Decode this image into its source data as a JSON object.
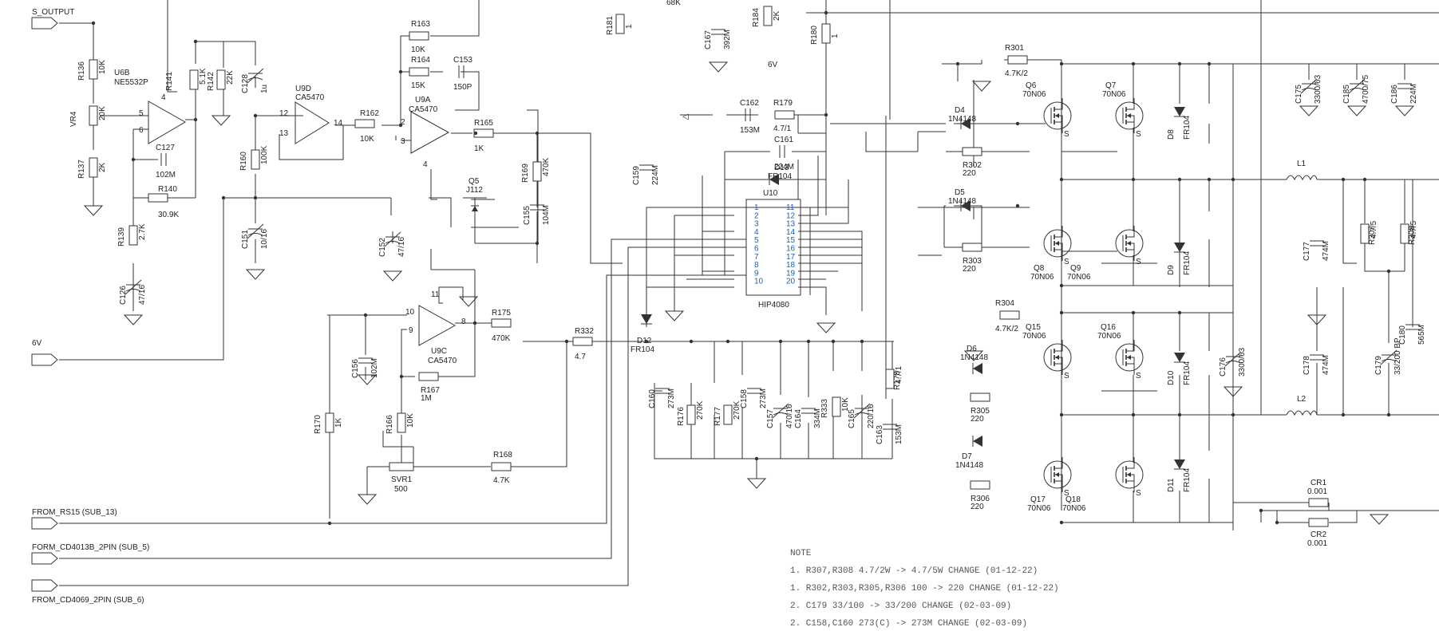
{
  "ports": {
    "s_output": "S_OUTPUT",
    "v6": "6V",
    "from_rs15": "FROM_RS15 (SUB_13)",
    "from_cd4013b": "FORM_CD4013B_2PIN (SUB_5)",
    "from_cd4069": "FROM_CD4069_2PIN (SUB_6)"
  },
  "labels": {
    "v6_bottom": "6V",
    "top_partial": "68K"
  },
  "resistors": {
    "R136": [
      "R136",
      "10K"
    ],
    "R137": [
      "R137",
      "2K"
    ],
    "VR4": [
      "VR4",
      "20K"
    ],
    "R141": [
      "R141",
      "5.1K"
    ],
    "R142": [
      "R142",
      "22K"
    ],
    "R140": [
      "R140",
      "30.9K"
    ],
    "R139": [
      "R139",
      "2.7K"
    ],
    "R160": [
      "R160",
      "100K"
    ],
    "R162": [
      "R162",
      "10K"
    ],
    "R163": [
      "R163",
      "10K"
    ],
    "R164": [
      "R164",
      "15K"
    ],
    "R165": [
      "R165",
      "1K"
    ],
    "R169": [
      "R169",
      "470K"
    ],
    "R175": [
      "R175",
      "470K"
    ],
    "R167": [
      "R167",
      "1M"
    ],
    "R166": [
      "R166",
      "10K"
    ],
    "R170": [
      "R170",
      "1K"
    ],
    "R168": [
      "R168",
      "4.7K"
    ],
    "SVR1": [
      "SVR1",
      "500"
    ],
    "R332": [
      "R332",
      "4.7"
    ],
    "R181": [
      "R181",
      "1"
    ],
    "R184": [
      "R184",
      "2K"
    ],
    "R180": [
      "R180",
      "1"
    ],
    "R179": [
      "R179",
      "4.7/1"
    ],
    "R176": [
      "R176",
      "270K"
    ],
    "R177": [
      "R177",
      "270K"
    ],
    "R333": [
      "R333",
      "10K"
    ],
    "R178": [
      "R178",
      "4.7/1"
    ],
    "R301": [
      "R301",
      "4.7K/2"
    ],
    "R302": [
      "R302",
      "220"
    ],
    "R303": [
      "R303",
      "220"
    ],
    "R304": [
      "R304",
      "4.7K/2"
    ],
    "R305": [
      "R305",
      "220"
    ],
    "R306": [
      "R306",
      "220"
    ],
    "R307": [
      "R307",
      "4.7/5"
    ],
    "R308": [
      "R308",
      "4.7/5"
    ],
    "CR1": [
      "CR1",
      "0.001"
    ],
    "CR2": [
      "CR2",
      "0.001"
    ]
  },
  "capacitors": {
    "C128": [
      "C128",
      "1u"
    ],
    "C127": [
      "C127",
      "102M"
    ],
    "C126": [
      "C126",
      "47/16"
    ],
    "C151": [
      "C151",
      "10/16"
    ],
    "C153": [
      "C153",
      "150P"
    ],
    "C155": [
      "C155",
      "104M"
    ],
    "C152": [
      "C152",
      "47/16"
    ],
    "C156": [
      "C156",
      "102M"
    ],
    "C167": [
      "C167",
      "392M"
    ],
    "C162": [
      "C162",
      "153M"
    ],
    "C161": [
      "C161",
      "224M"
    ],
    "C159": [
      "C159",
      "224M"
    ],
    "C160": [
      "C160",
      "273M"
    ],
    "C158": [
      "C158",
      "273M"
    ],
    "C157": [
      "C157",
      "470/16"
    ],
    "C164": [
      "C164",
      "334M"
    ],
    "C165": [
      "C165",
      "220/16"
    ],
    "C163": [
      "C163",
      "153M"
    ],
    "C175": [
      "C175",
      "3300/63"
    ],
    "C185": [
      "C185",
      "4700/75"
    ],
    "C186": [
      "C186",
      "224M"
    ],
    "C176": [
      "C176",
      "3300/63"
    ],
    "C177": [
      "C177",
      "474M"
    ],
    "C178": [
      "C178",
      "474M"
    ],
    "C179": [
      "C179",
      "33/200 BP"
    ],
    "C180": [
      "C180",
      "565M"
    ]
  },
  "semis": {
    "U6B": [
      "U6B",
      "NE5532P"
    ],
    "U9D": [
      "U9D",
      "CA5470"
    ],
    "U9A": [
      "U9A",
      "CA5470"
    ],
    "U9C": [
      "U9C",
      "CA5470"
    ],
    "Q5": [
      "Q5",
      "J112"
    ],
    "U10": "U10",
    "HIP4080": "HIP4080",
    "D13": [
      "D13",
      "FR104"
    ],
    "D12": [
      "D12",
      "FR104"
    ],
    "D4": [
      "D4",
      "1N4148"
    ],
    "D5": [
      "D5",
      "1N4148"
    ],
    "D6": [
      "D6",
      "1N4148"
    ],
    "D7": [
      "D7",
      "1N4148"
    ],
    "D8": [
      "D8",
      "FR104"
    ],
    "D9": [
      "D9",
      "FR104"
    ],
    "D10": [
      "D10",
      "FR104"
    ],
    "D11": [
      "D11",
      "FR104"
    ],
    "Q6": [
      "Q6",
      "70N06"
    ],
    "Q7": [
      "Q7",
      "70N06"
    ],
    "Q8": [
      "Q8",
      "70N06"
    ],
    "Q9": [
      "Q9",
      "70N06"
    ],
    "Q15": [
      "Q15",
      "70N06"
    ],
    "Q16": [
      "Q16",
      "70N06"
    ],
    "Q17": [
      "Q17",
      "70N06"
    ],
    "Q18": [
      "Q18",
      "70N06"
    ],
    "L1": "L1",
    "L2": "L2",
    "S": "S"
  },
  "pins": {
    "u6b": [
      "5",
      "6",
      "4"
    ],
    "u9d": [
      "12",
      "13",
      "14"
    ],
    "u9a": [
      "2",
      "3",
      "4"
    ],
    "u9c": [
      "10",
      "9",
      "8",
      "11"
    ],
    "hip_left": [
      "1",
      "2",
      "3",
      "4",
      "5",
      "6",
      "7",
      "8",
      "9",
      "10"
    ],
    "hip_right": [
      "11",
      "12",
      "13",
      "14",
      "15",
      "16",
      "17",
      "18",
      "19",
      "20"
    ]
  },
  "notes": {
    "title": "NOTE",
    "lines": [
      "1. R307,R308 4.7/2W -> 4.7/5W CHANGE (01-12-22)",
      "1. R302,R303,R305,R306 100 -> 220 CHANGE (01-12-22)",
      "2. C179 33/100 -> 33/200 CHANGE (02-03-09)",
      "2. C158,C160 273(C) -> 273M CHANGE (02-03-09)"
    ]
  }
}
